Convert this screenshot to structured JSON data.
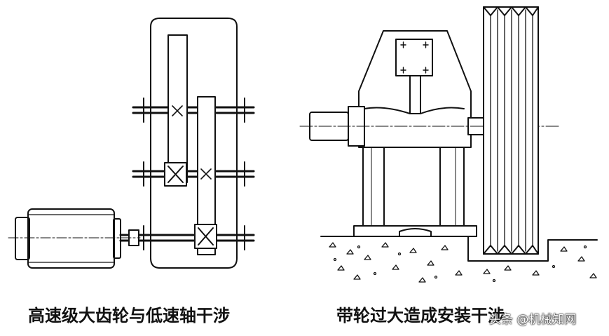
{
  "captions": {
    "left": "高速级大齿轮与低速轴干涉",
    "right": "带轮过大造成安装干涉"
  },
  "watermark": {
    "text": "头条 @机械知网"
  },
  "colors": {
    "stroke": "#111111",
    "background": "#ffffff"
  }
}
